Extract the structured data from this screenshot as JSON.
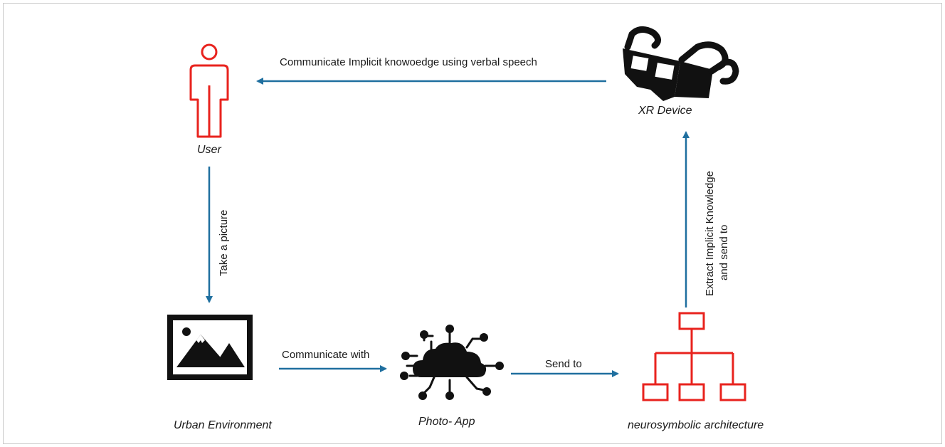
{
  "nodes": {
    "user": {
      "label": "User",
      "icon": "person-icon",
      "color": "#e8231e"
    },
    "xr_device": {
      "label": "XR Device",
      "icon": "3d-glasses-icon",
      "color": "#111111"
    },
    "urban_environment": {
      "label": "Urban Environment",
      "icon": "landscape-picture-icon",
      "color": "#111111"
    },
    "photo_app": {
      "label": "Photo- App",
      "icon": "cloud-network-icon",
      "color": "#111111"
    },
    "neurosymbolic": {
      "label": "neurosymbolic architecture",
      "icon": "hierarchy-icon",
      "color": "#e8231e"
    }
  },
  "edges": {
    "xr_to_user": {
      "label": "Communicate Implicit knowoedge using verbal speech"
    },
    "user_to_urban": {
      "label": "Take a picture"
    },
    "urban_to_app": {
      "label": "Communicate with"
    },
    "app_to_neuro": {
      "label": "Send to"
    },
    "neuro_to_xr": {
      "line1": "Extract Implicit Knowledge",
      "line2": "and send to"
    }
  },
  "colors": {
    "arrow": "#1f6f9f",
    "accent_red": "#e8231e",
    "icon_black": "#111111"
  }
}
